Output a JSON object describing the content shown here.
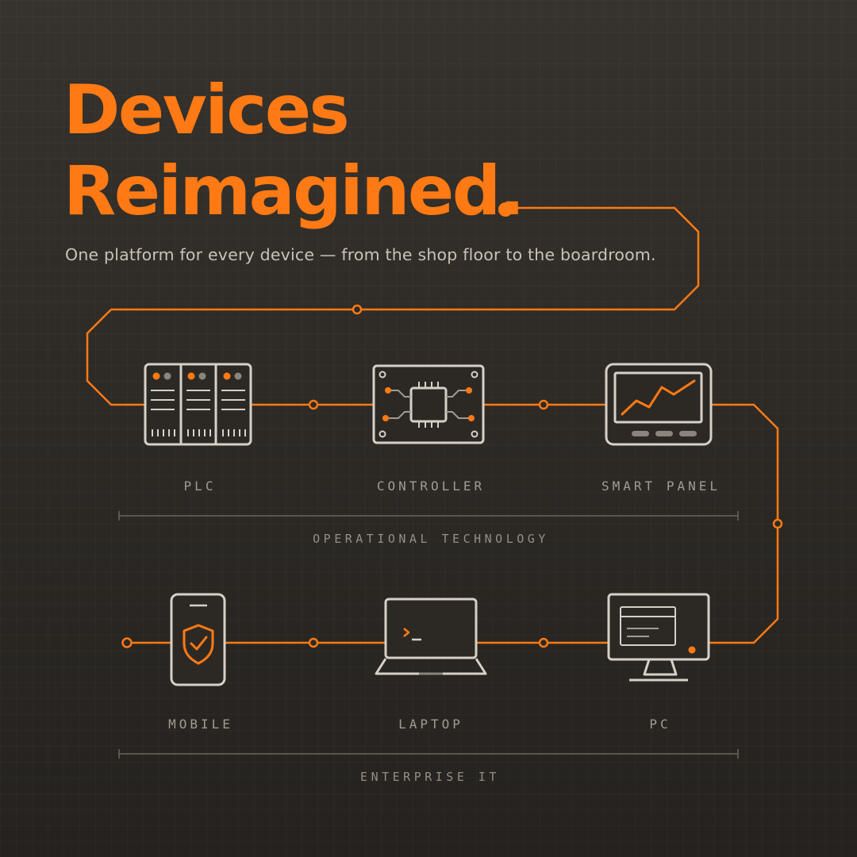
{
  "headline": {
    "line1": "Devices",
    "line2": "Reimagined."
  },
  "subtitle": "One platform for every device — from the shop floor to the boardroom.",
  "groups": [
    {
      "label": "OPERATIONAL TECHNOLOGY",
      "devices": [
        {
          "label": "PLC",
          "icon": "plc-icon"
        },
        {
          "label": "CONTROLLER",
          "icon": "chip-board-icon"
        },
        {
          "label": "SMART PANEL",
          "icon": "smart-panel-icon"
        }
      ]
    },
    {
      "label": "ENTERPRISE IT",
      "devices": [
        {
          "label": "MOBILE",
          "icon": "shield-phone-icon"
        },
        {
          "label": "LAPTOP",
          "icon": "laptop-terminal-icon"
        },
        {
          "label": "PC",
          "icon": "desktop-monitor-icon"
        }
      ]
    }
  ],
  "colors": {
    "accent": "#ff7a14",
    "background": "#2c2925",
    "icon_stroke": "#d6d0c6",
    "label": "#a29b90"
  }
}
